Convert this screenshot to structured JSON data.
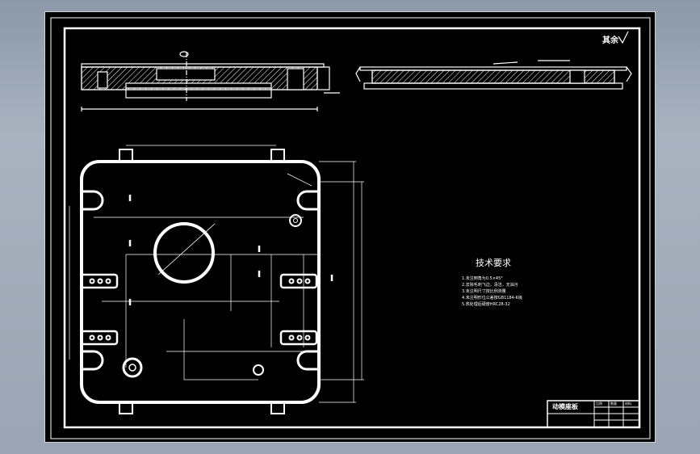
{
  "drawing": {
    "roughness_note": "其余",
    "tech_requirements": {
      "title": "技术要求",
      "items": [
        "1.未注倒角为0.5×45°",
        "2.去除毛刺飞边，清洁，无油污",
        "3.未注明尺寸按比例测量",
        "4.未注明形位公差按GB1184-K级",
        "5.热处理后硬度HRC28-32"
      ]
    },
    "title_block": {
      "part_name": "动模座板",
      "cells": [
        "比例",
        "数量",
        "材料",
        "",
        "",
        ""
      ]
    }
  },
  "colors": {
    "background": "#000000",
    "lines": "#ffffff",
    "frame_outer": "#cfd4da"
  }
}
